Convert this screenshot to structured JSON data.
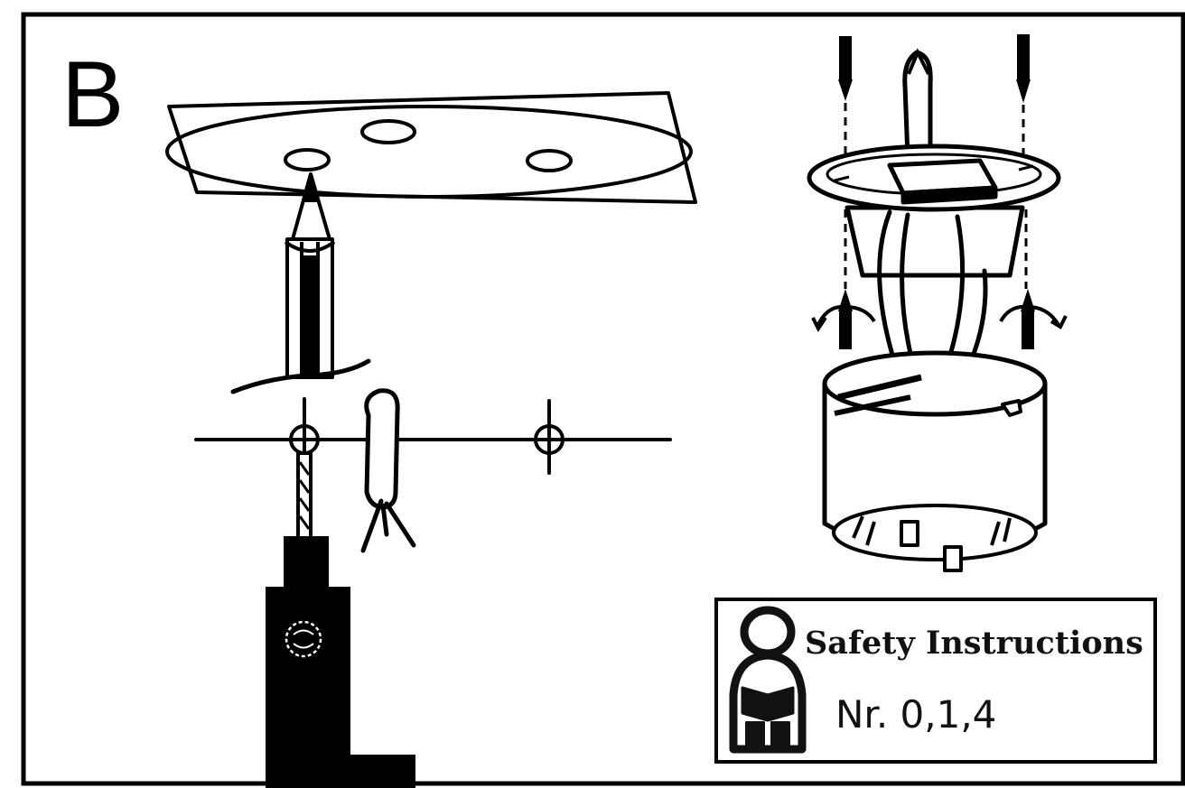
{
  "panel": {
    "step_letter": "B"
  },
  "safety_box": {
    "title": "Safety Instructions",
    "number_text": "Nr. 0,1,4",
    "icon": "reading-person-icon"
  },
  "illustrations": {
    "left": "marking-and-drilling-holes",
    "right": "mounting-detector-base-to-ceiling"
  }
}
